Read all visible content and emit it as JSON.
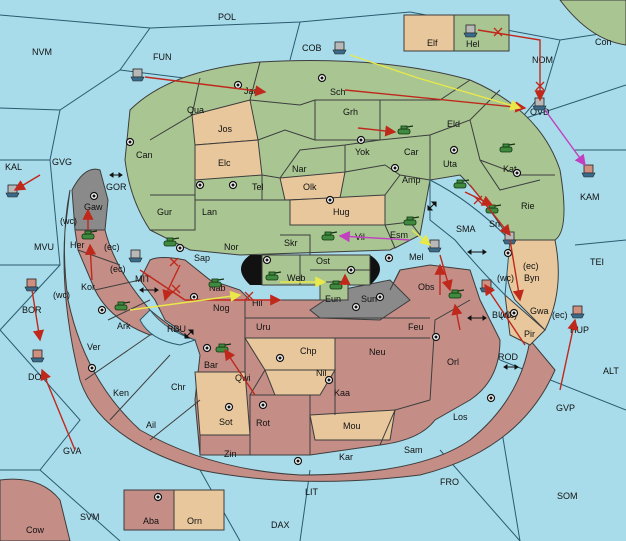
{
  "colors": {
    "sea": "#a9dcea",
    "green_power": "#a8c592",
    "red_power": "#c48e86",
    "neutral": "#e7c79b",
    "impassable": "#8a8a8a",
    "move_arrow": "#c0281c",
    "support_arrow": "#e8e84a",
    "convoy_arrow": "#c040c0"
  },
  "sea_labels": {
    "pol": "POL",
    "nvm": "NVM",
    "fun": "FUN",
    "cob": "COB",
    "nom": "NOM",
    "con": "Con",
    "ovd": "OVD",
    "kal": "KAL",
    "gvg": "GVG",
    "gor": "GOR",
    "mvu": "MVU",
    "kam": "KAM",
    "sma": "SMA",
    "tei": "TEI",
    "mit": "MIT",
    "bor": "BOR",
    "rbu": "RBU",
    "buc": "BUC",
    "rod": "ROD",
    "alt": "ALT",
    "dor": "DOR",
    "gvp": "GVP",
    "gva": "GVA",
    "fro": "FRO",
    "som": "SOM",
    "lit": "LIT",
    "svm": "SVM",
    "dax": "DAX",
    "cow": "Cow"
  },
  "coast_markers": {
    "wc1": "(wc)",
    "ec1": "(ec)",
    "ec2": "(ec)",
    "wc2": "(wc)",
    "wc3": "(wc)",
    "ec3": "(ec)",
    "wc4": "(wc)",
    "ec4": "(ec)"
  },
  "land_labels": {
    "elf": "Elf",
    "hel": "Hel",
    "jad": "Jad",
    "sch": "Sch",
    "qua": "Qua",
    "jos": "Jos",
    "grh": "Grh",
    "can": "Can",
    "elc": "Elc",
    "nar": "Nar",
    "yok": "Yok",
    "car": "Car",
    "eld": "Eld",
    "uta": "Uta",
    "kat": "Kat",
    "tel": "Tel",
    "olk": "Olk",
    "amp": "Amp",
    "gur": "Gur",
    "lan": "Lan",
    "hug": "Hug",
    "rie": "Rie",
    "gaw": "Gaw",
    "nor": "Nor",
    "skr": "Skr",
    "vil": "Vil",
    "esm": "Esm",
    "sri": "Sri",
    "her": "Her",
    "sap": "Sap",
    "ost": "Ost",
    "mel": "Mel",
    "web": "Web",
    "byn": "Byn",
    "kor": "Kor",
    "nab": "Nab",
    "eun": "Eun",
    "sun": "Sun",
    "obs": "Obs",
    "gwa": "Gwa",
    "hil": "Hil",
    "nog": "Nog",
    "ark": "Ark",
    "uru": "Uru",
    "feu": "Feu",
    "pir": "Pir",
    "hup": "HUP",
    "ver": "Ver",
    "chp": "Chp",
    "neu": "Neu",
    "orl": "Orl",
    "bar": "Bar",
    "qwi": "Qwi",
    "nil": "Nil",
    "ken": "Ken",
    "chr": "Chr",
    "kaa": "Kaa",
    "los": "Los",
    "ail": "Ail",
    "sot": "Sot",
    "rot": "Rot",
    "mou": "Mou",
    "zin": "Zin",
    "kar": "Kar",
    "sam": "Sam",
    "aba": "Aba",
    "orn": "Orn"
  }
}
